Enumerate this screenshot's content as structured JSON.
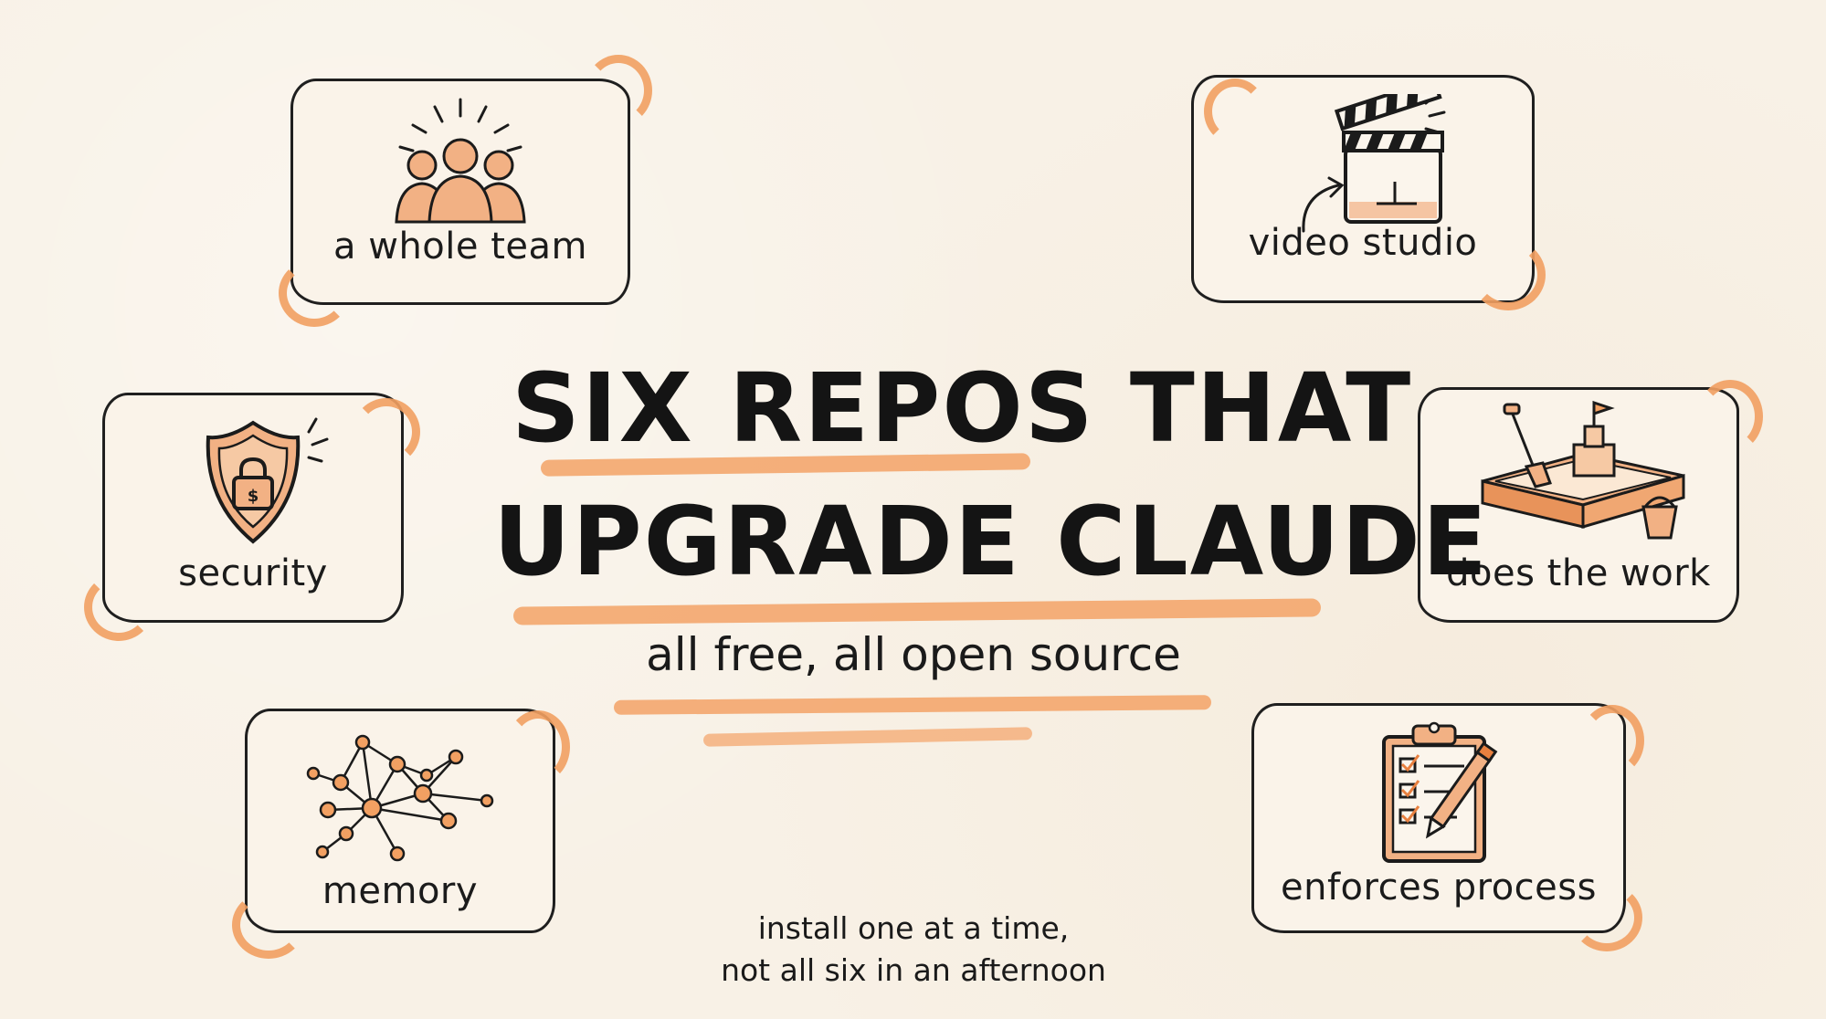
{
  "title": {
    "line1": "SIX REPOS THAT",
    "line2": "UPGRADE CLAUDE"
  },
  "subtitle": "all free, all open source",
  "footnote": {
    "line1": "install one at a time,",
    "line2": "not all six in an afternoon"
  },
  "cards": {
    "team": {
      "label": "a whole team",
      "icon": "team-people-icon"
    },
    "video": {
      "label": "video studio",
      "icon": "clapperboard-icon"
    },
    "security": {
      "label": "security",
      "icon": "shield-lock-icon",
      "badge": "$"
    },
    "work": {
      "label": "does the work",
      "icon": "sandbox-icon"
    },
    "memory": {
      "label": "memory",
      "icon": "network-graph-icon"
    },
    "process": {
      "label": "enforces process",
      "icon": "clipboard-checklist-icon"
    }
  },
  "colors": {
    "background": "#f8f1e6",
    "ink": "#1a1a1a",
    "accent": "#f2a062"
  }
}
